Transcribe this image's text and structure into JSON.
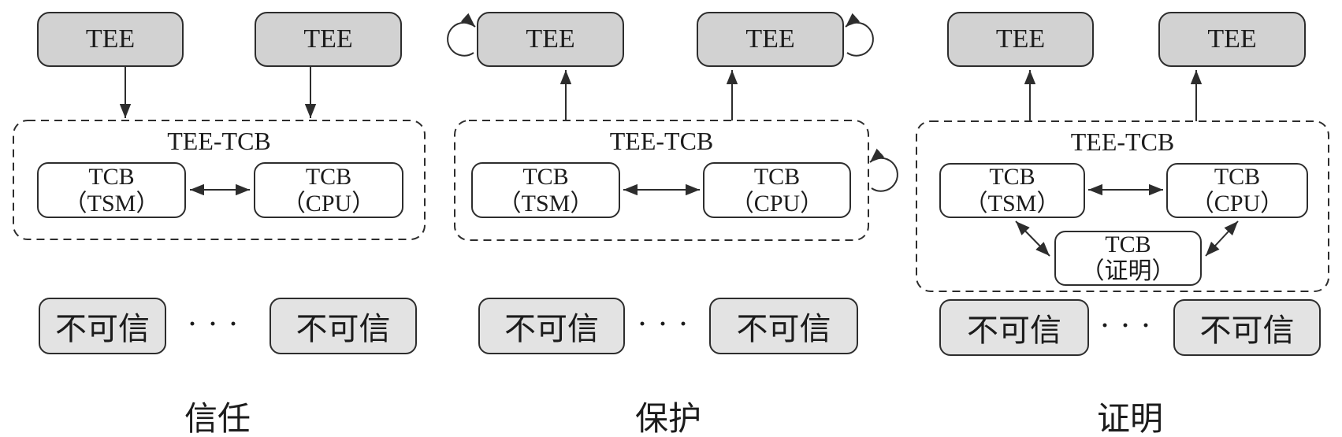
{
  "figure": {
    "panels": [
      {
        "caption": "信任",
        "tee": [
          "TEE",
          "TEE"
        ],
        "group_label": "TEE-TCB",
        "tcb_nodes": [
          {
            "line1": "TCB",
            "line2": "（TSM）"
          },
          {
            "line1": "TCB",
            "line2": "（CPU）"
          }
        ],
        "untrusted": [
          "不可信",
          "不可信"
        ],
        "ellipsis": "···"
      },
      {
        "caption": "保护",
        "tee": [
          "TEE",
          "TEE"
        ],
        "group_label": "TEE-TCB",
        "tcb_nodes": [
          {
            "line1": "TCB",
            "line2": "（TSM）"
          },
          {
            "line1": "TCB",
            "line2": "（CPU）"
          }
        ],
        "untrusted": [
          "不可信",
          "不可信"
        ],
        "ellipsis": "···"
      },
      {
        "caption": "证明",
        "tee": [
          "TEE",
          "TEE"
        ],
        "group_label": "TEE-TCB",
        "tcb_nodes": [
          {
            "line1": "TCB",
            "line2": "（TSM）"
          },
          {
            "line1": "TCB",
            "line2": "（CPU）"
          },
          {
            "line1": "TCB",
            "line2": "（证明）"
          }
        ],
        "untrusted": [
          "不可信",
          "不可信"
        ],
        "ellipsis": "···"
      }
    ]
  },
  "colors": {
    "background": "#ffffff",
    "tee_fill": "#d2d2d2",
    "untrusted_fill": "#e3e3e3",
    "node_fill": "#ffffff",
    "stroke": "#2d2d2d",
    "text": "#1c1c1c"
  }
}
